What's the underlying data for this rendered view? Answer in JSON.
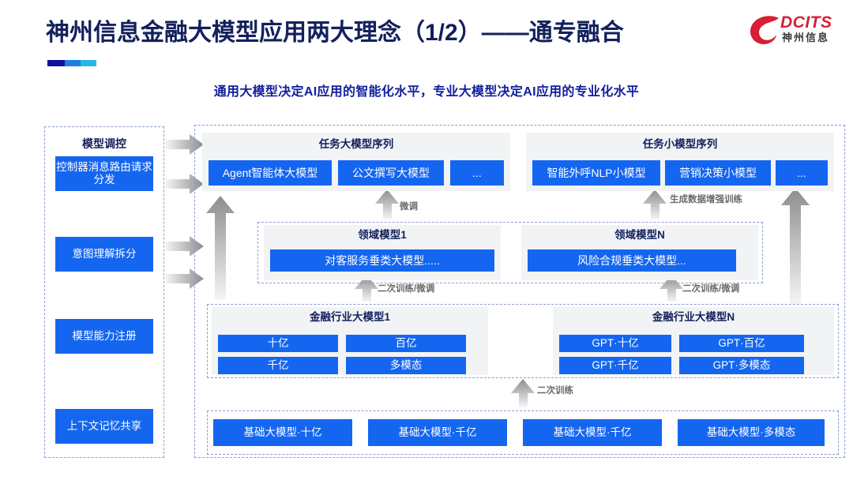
{
  "header": {
    "title": "神州信息金融大模型应用两大理念（1/2）——通专融合",
    "subtitle": "通用大模型决定AI应用的智能化水平，专业大模型决定AI应用的专业化水平",
    "logo_wordmark": "DCITS",
    "logo_cn": "神州信息",
    "accent_colors": [
      "#10109a",
      "#1b7fe0",
      "#29b6ec"
    ],
    "title_color": "#12205c",
    "subtitle_color": "#12209e",
    "brand_red": "#d81f34"
  },
  "sidebar": {
    "title": "模型调控",
    "items": [
      {
        "label": "控制器消息路由请求分发"
      },
      {
        "label": "意图理解拆分"
      },
      {
        "label": "模型能力注册"
      },
      {
        "label": "上下文记忆共享"
      }
    ]
  },
  "task_big": {
    "title": "任务大模型序列",
    "chips": [
      "Agent智能体大模型",
      "公文撰写大模型",
      "..."
    ]
  },
  "task_small": {
    "title": "任务小模型序列",
    "chips": [
      "智能外呼NLP小模型",
      "营销决策小模型",
      "..."
    ]
  },
  "domain": [
    {
      "title": "领域模型1",
      "chip": "对客服务垂类大模型....."
    },
    {
      "title": "领域模型N",
      "chip": "风险合规垂类大模型..."
    }
  ],
  "industry": [
    {
      "title": "金融行业大模型1",
      "chips": [
        "十亿",
        "百亿",
        "千亿",
        "多模态"
      ]
    },
    {
      "title": "金融行业大模型N",
      "chips": [
        "GPT·十亿",
        "GPT·百亿",
        "GPT·千亿",
        "GPT·多模态"
      ]
    }
  ],
  "base": {
    "chips": [
      "基础大模型·十亿",
      "基础大模型·千亿",
      "基础大模型·千亿",
      "基础大模型·多模态"
    ]
  },
  "arrow_labels": {
    "finetune": "微调",
    "gen_data_aug": "生成数据增强训练",
    "secondary_train_finetune": "二次训练/微调",
    "secondary_train": "二次训练"
  },
  "colors": {
    "chip_blue": "#1466f0",
    "panel_grey": "#f2f3f5",
    "dashed_border": "#8d9ed6",
    "arrow_grey": "#8a8a8a"
  }
}
